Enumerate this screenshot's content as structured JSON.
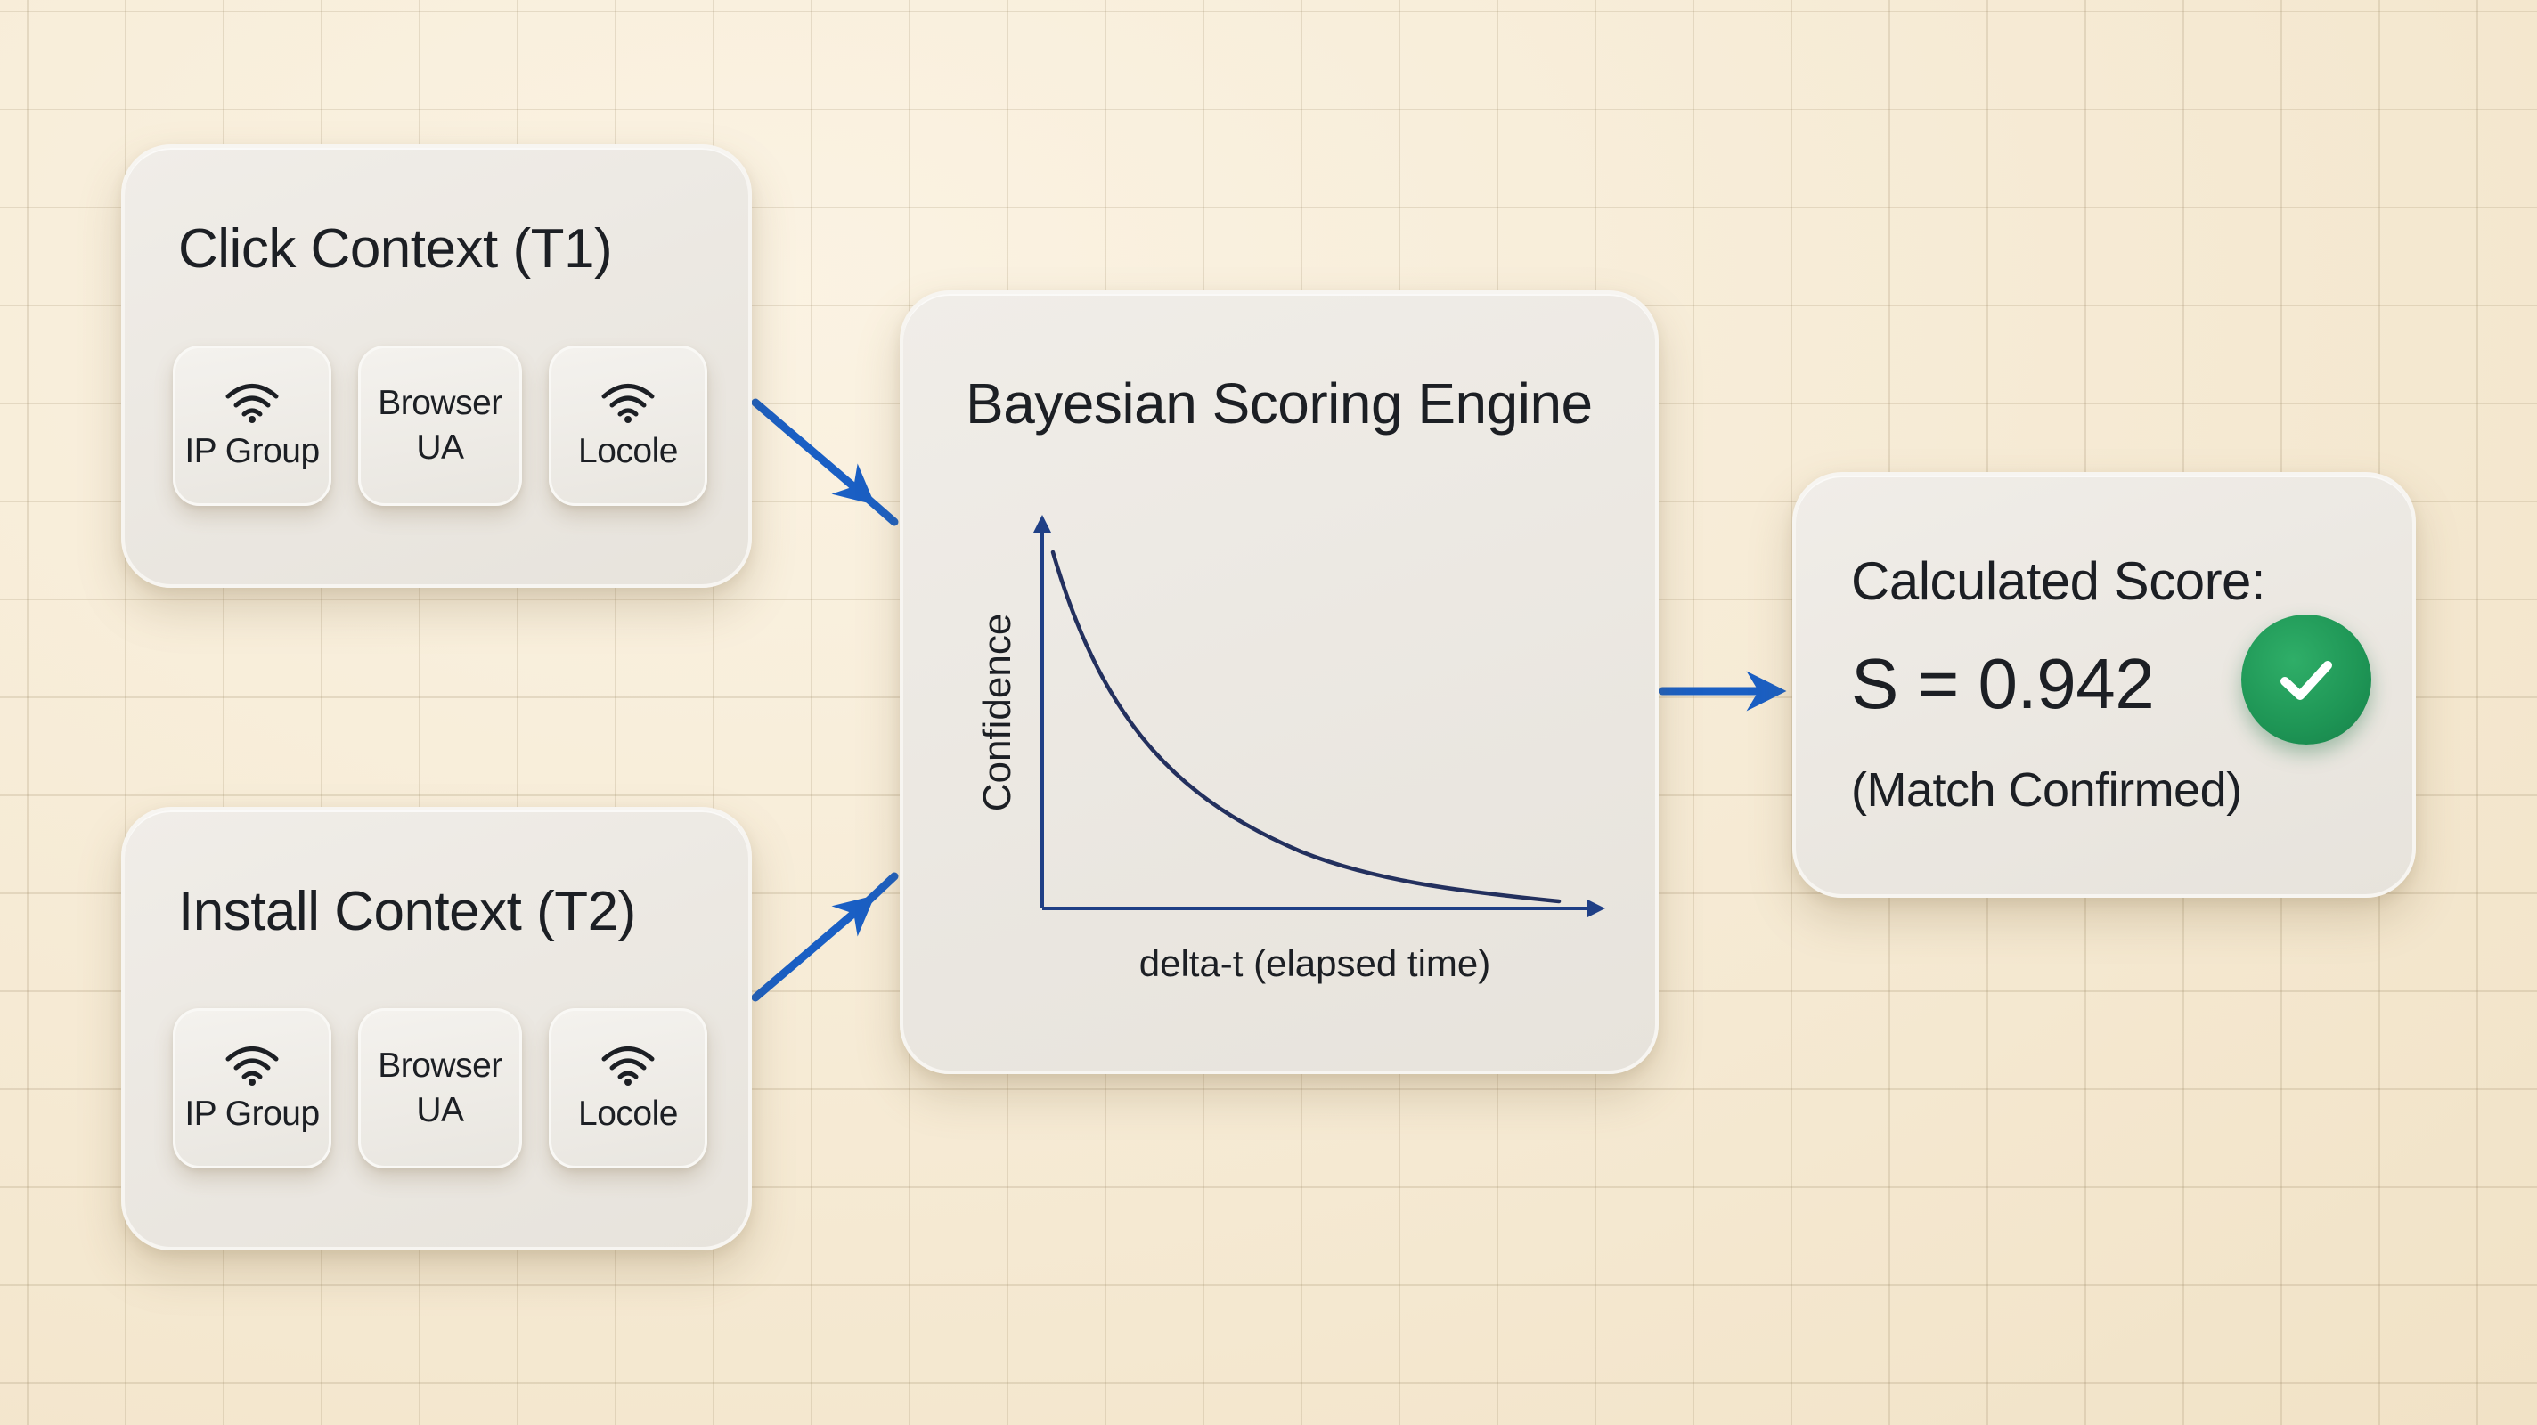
{
  "click_context": {
    "title": "Click Context (T1)",
    "chips": [
      {
        "icon": "wifi-icon",
        "label": "IP Group"
      },
      {
        "icon": "",
        "label": "Browser\nUA"
      },
      {
        "icon": "wifi-icon",
        "label": "Locole"
      }
    ]
  },
  "install_context": {
    "title": "Install Context (T2)",
    "chips": [
      {
        "icon": "wifi-icon",
        "label": "IP Group"
      },
      {
        "icon": "",
        "label": "Browser\nUA"
      },
      {
        "icon": "wifi-icon",
        "label": "Locole"
      }
    ]
  },
  "engine": {
    "title": "Bayesian Scoring Engine",
    "chart": {
      "type": "line",
      "ylabel": "Confidence",
      "xlabel": "delta-t (elapsed time)",
      "curve": "decaying"
    }
  },
  "result": {
    "title": "Calculated Score:",
    "score_text": "S = 0.942",
    "status": "(Match Confirmed)",
    "icon": "checkmark-icon"
  },
  "colors": {
    "arrow": "#1a5fc4",
    "curve": "#23305e",
    "axis": "#1f3f86",
    "check_badge": "#1e9555"
  }
}
